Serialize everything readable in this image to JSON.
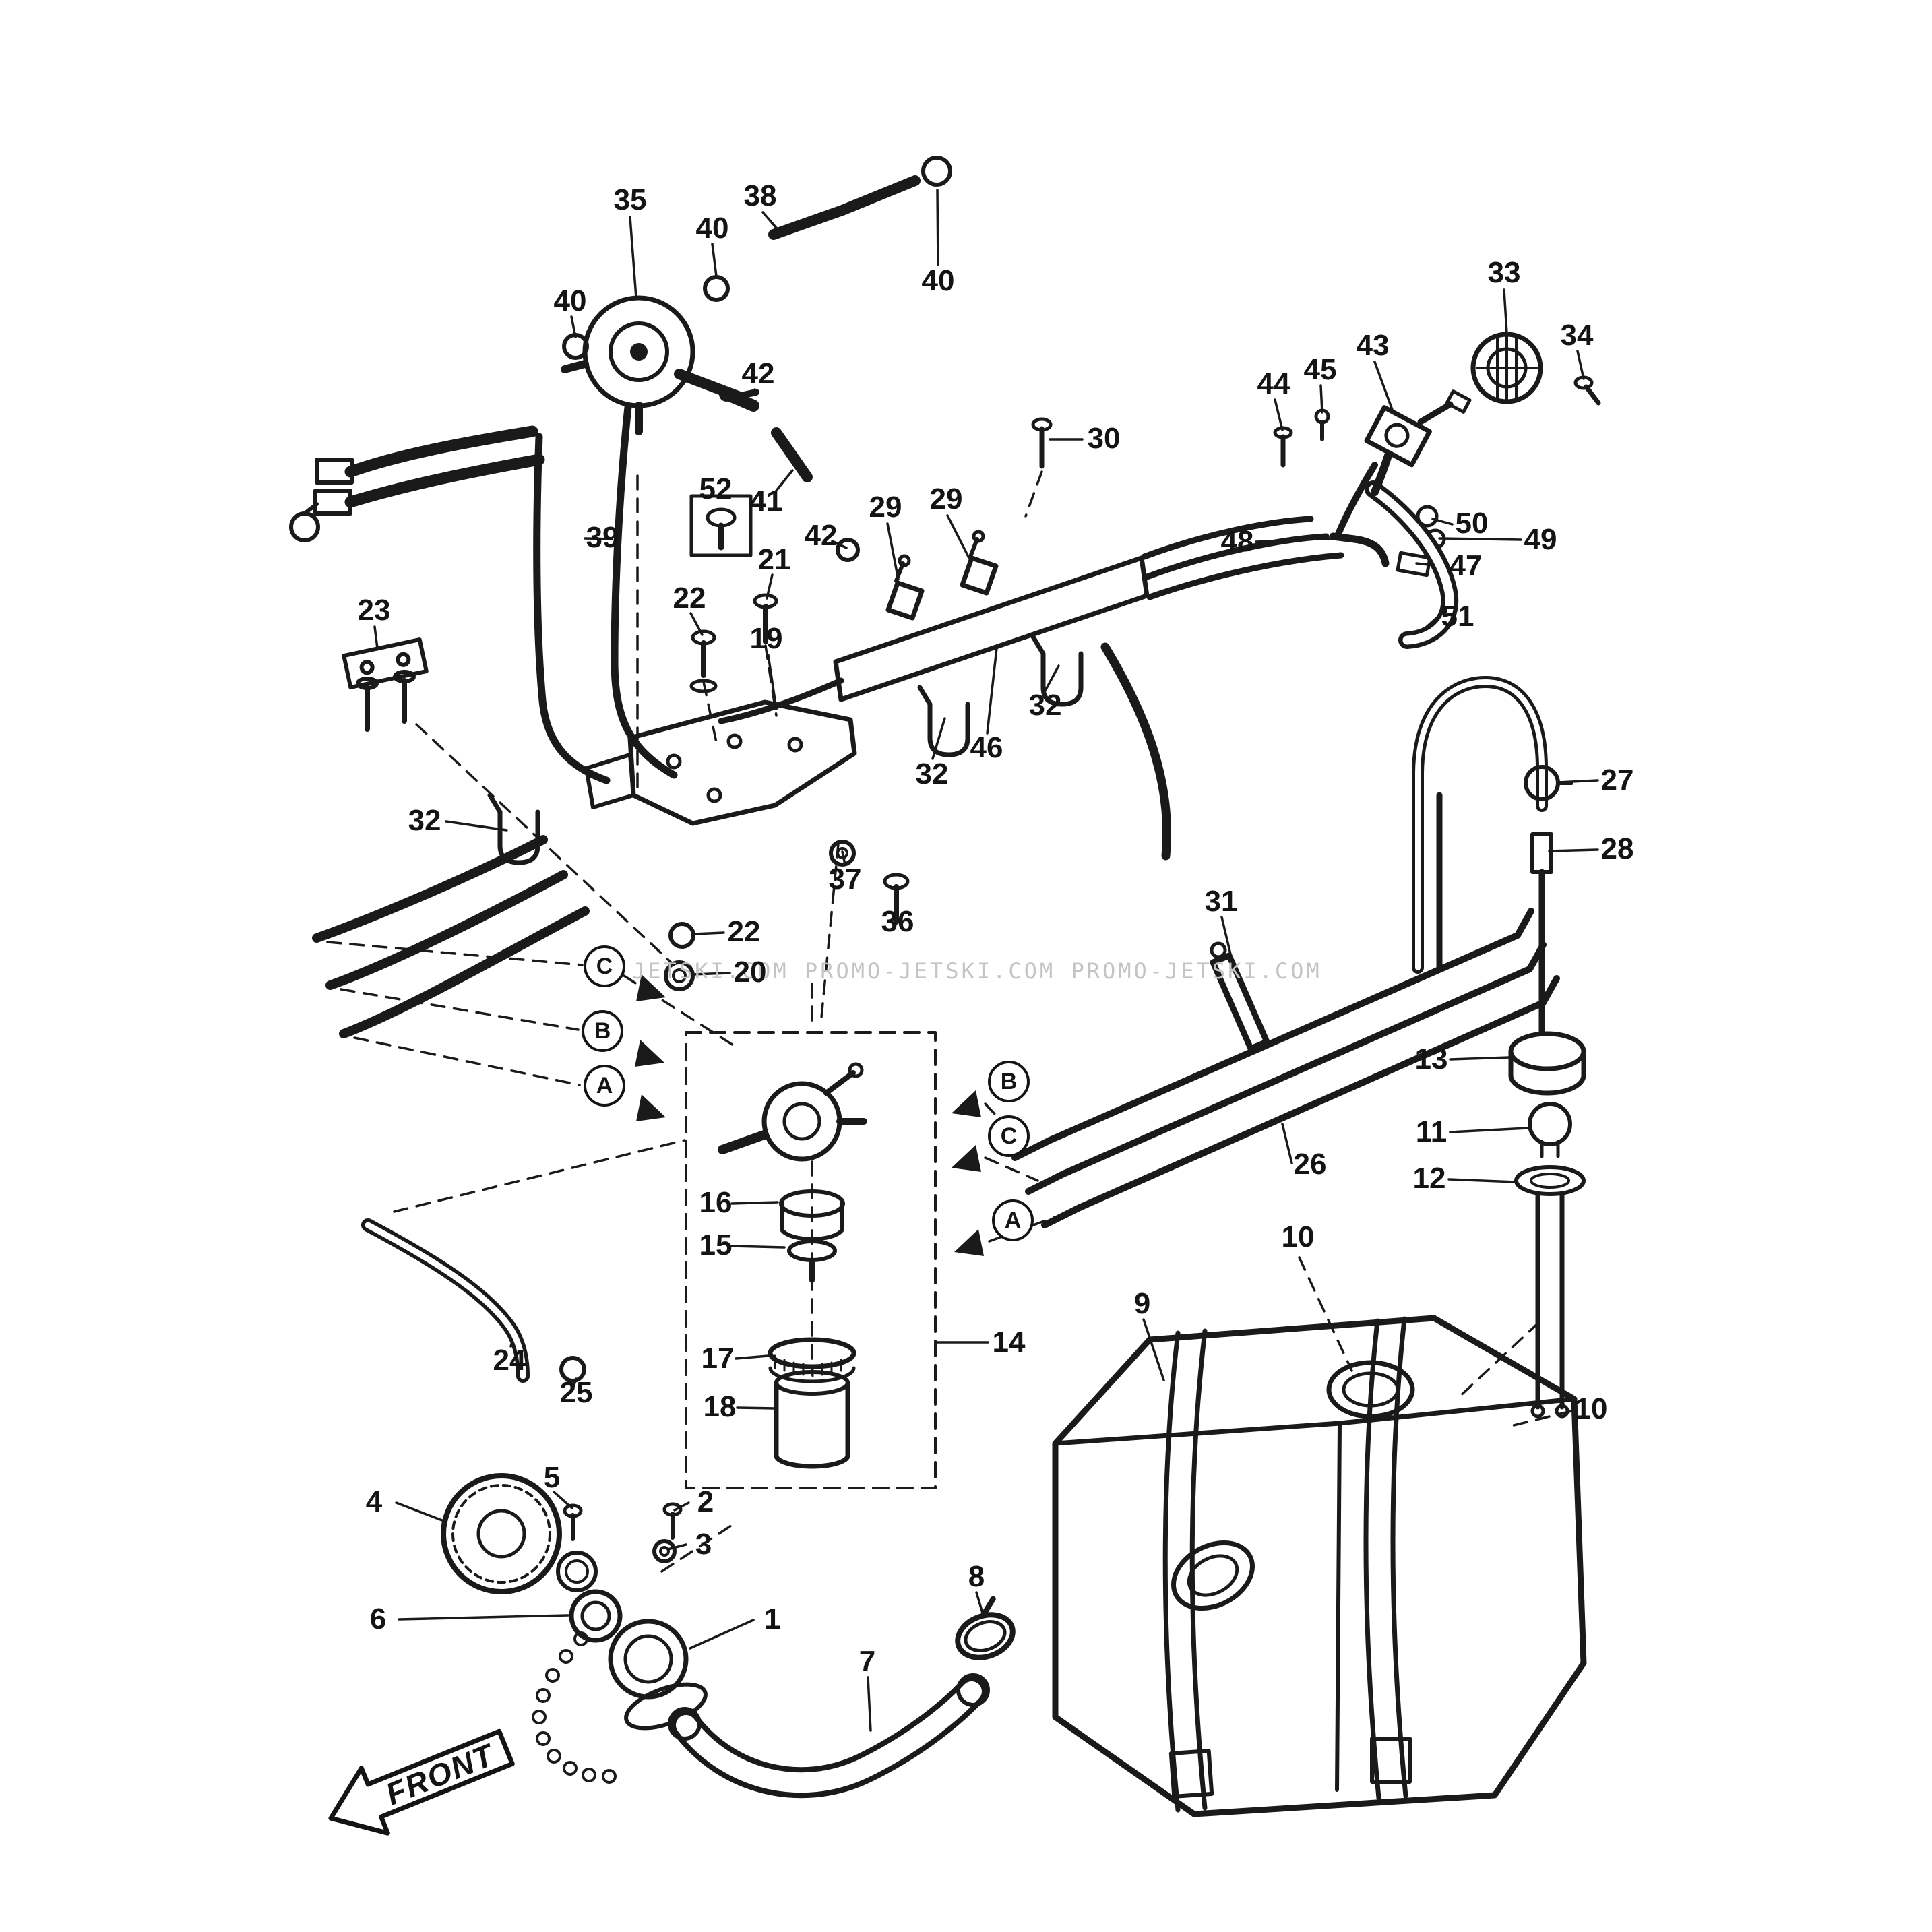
{
  "palette": {
    "ink": "#1a1a1a",
    "paper": "#ffffff",
    "watermark_gray": "#c4c4c4"
  },
  "watermark": "JETSKI.COM PROMO-JETSKI.COM PROMO-JETSKI.COM",
  "front_label": "FRONT",
  "callouts": [
    "35",
    "38",
    "40",
    "40",
    "40",
    "42",
    "41",
    "52",
    "42",
    "21",
    "22",
    "19",
    "29",
    "29",
    "30",
    "39",
    "23",
    "32",
    "32",
    "32",
    "46",
    "37",
    "36",
    "22",
    "20",
    "33",
    "34",
    "43",
    "44",
    "45",
    "50",
    "49",
    "48",
    "47",
    "51",
    "27",
    "28",
    "31",
    "13",
    "11",
    "12",
    "26",
    "16",
    "15",
    "14",
    "17",
    "18",
    "24",
    "25",
    "10",
    "10",
    "9",
    "5",
    "2",
    "4",
    "3",
    "6",
    "1",
    "8",
    "7"
  ],
  "letters": [
    "C",
    "B",
    "A",
    "B",
    "C",
    "A"
  ]
}
